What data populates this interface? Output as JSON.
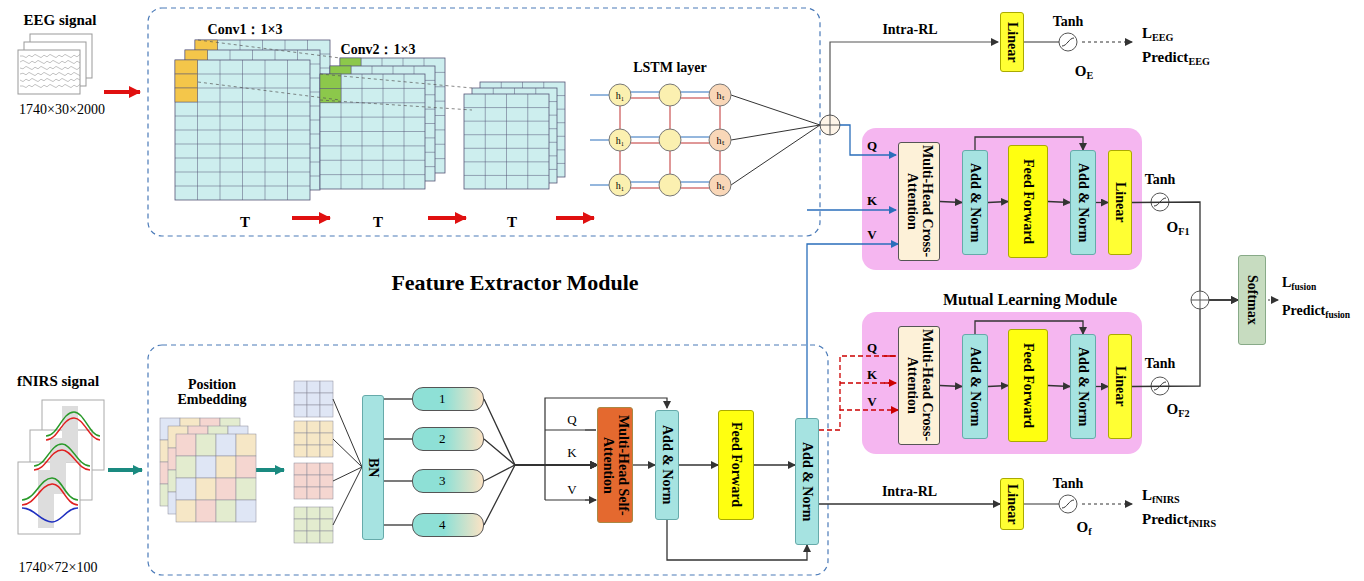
{
  "diagram": {
    "nodes": [
      {
        "text": [
          "Linear"
        ]
      },
      {
        "text": [
          "Multi-Head Cross-Attention"
        ]
      },
      {
        "text": [
          "Add & Norm"
        ]
      },
      {
        "text": [
          "Feed Forward"
        ]
      },
      {
        "text": [
          "Add & Norm"
        ]
      },
      {
        "text": [
          "Linear"
        ]
      },
      {
        "text": [
          "Softmax"
        ]
      },
      {
        "text": [
          "Multi-Head Cross-Attention"
        ]
      },
      {
        "text": [
          "Add & Norm"
        ]
      },
      {
        "text": [
          "Feed Forward"
        ]
      },
      {
        "text": [
          "Add & Norm"
        ]
      },
      {
        "text": [
          "Linear"
        ]
      },
      {
        "text": [
          "BN"
        ]
      },
      {
        "text": [
          "1"
        ]
      },
      {
        "text": [
          "2"
        ]
      },
      {
        "text": [
          "3"
        ]
      },
      {
        "text": [
          "4"
        ]
      },
      {
        "text": [
          "Multi-Head Self-Attention"
        ]
      },
      {
        "text": [
          "Add & Norm"
        ]
      },
      {
        "text": [
          "Feed Forward"
        ]
      },
      {
        "text": [
          "Add & Norm"
        ]
      },
      {
        "text": [
          "Linear"
        ]
      }
    ],
    "edges": [
      {
        "from": 1,
        "to": 2,
        "arrow": "to"
      },
      {
        "from": 2,
        "to": 3,
        "arrow": "to"
      },
      {
        "from": 3,
        "to": 4,
        "arrow": "to"
      },
      {
        "from": 4,
        "to": 5,
        "arrow": "to"
      },
      {
        "from": 2,
        "to": 4,
        "arrow": "to"
      },
      {
        "from": 5,
        "to": 6,
        "arrow": "to"
      },
      {
        "from": 7,
        "to": 8,
        "arrow": "to"
      },
      {
        "from": 8,
        "to": 9,
        "arrow": "to"
      },
      {
        "from": 9,
        "to": 10,
        "arrow": "to"
      },
      {
        "from": 10,
        "to": 11,
        "arrow": "to"
      },
      {
        "from": 8,
        "to": 10,
        "arrow": "to"
      },
      {
        "from": 11,
        "to": 6,
        "arrow": "to"
      },
      {
        "from": 12,
        "to": 13,
        "arrow": "none"
      },
      {
        "from": 12,
        "to": 14,
        "arrow": "none"
      },
      {
        "from": 12,
        "to": 15,
        "arrow": "none"
      },
      {
        "from": 12,
        "to": 16,
        "arrow": "none"
      },
      {
        "from": 13,
        "to": 17,
        "arrow": "to"
      },
      {
        "from": 14,
        "to": 17,
        "arrow": "to"
      },
      {
        "from": 15,
        "to": 17,
        "arrow": "to"
      },
      {
        "from": 16,
        "to": 17,
        "arrow": "to"
      },
      {
        "from": 17,
        "to": 18,
        "arrow": "to"
      },
      {
        "from": 18,
        "to": 19,
        "arrow": "to"
      },
      {
        "from": 19,
        "to": 20,
        "arrow": "to"
      },
      {
        "from": 18,
        "to": 20,
        "arrow": "to"
      },
      {
        "from": 20,
        "to": 21,
        "label": "Intra-RL",
        "arrow": "to"
      },
      {
        "from": 20,
        "to": 1,
        "arrow": "to"
      },
      {
        "from": 20,
        "to": 7,
        "arrow": "to"
      }
    ],
    "labels": [
      "EEG signal",
      "1740×30×2000",
      "Conv1：1×3",
      "Conv2：1×3",
      "T",
      "T",
      "T",
      "LSTM layer",
      "h₁",
      "hₜ",
      "h₁",
      "hₜ",
      "h₁",
      "hₜ",
      "Intra-RL",
      "Tanh",
      "OE",
      "LEEG",
      "PredictEEG",
      "Q",
      "K",
      "V",
      "Tanh",
      "OF1",
      "Lfusion",
      "Predictfusion",
      "Feature Extractor Module",
      "Mutual Learning Module",
      "Q",
      "K",
      "V",
      "Tanh",
      "OF2",
      "fNIRS signal",
      "Position Embedding",
      "Q",
      "K",
      "V",
      "Tanh",
      "Of",
      "LfNIRS",
      "PredictfNIRS",
      "1740×72×100"
    ]
  }
}
